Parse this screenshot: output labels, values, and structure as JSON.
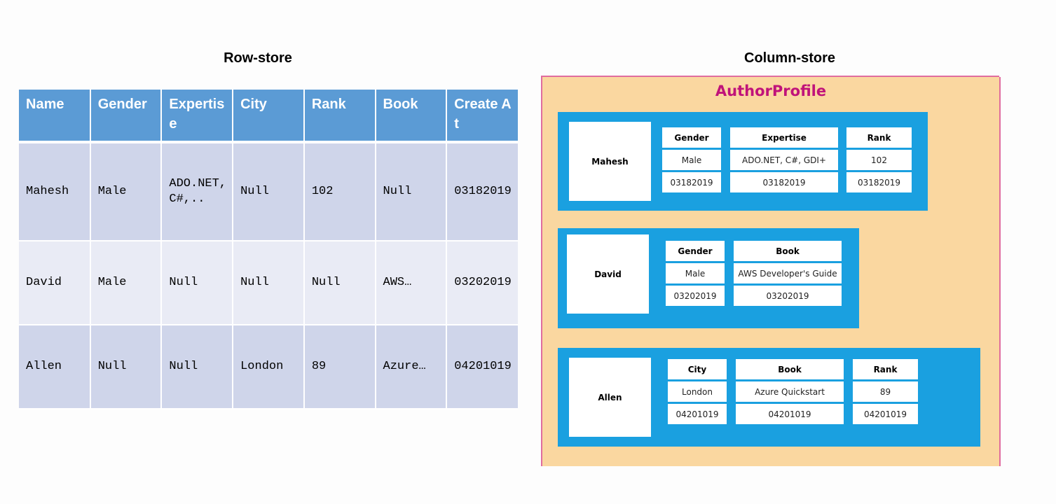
{
  "row_store": {
    "title": "Row-store",
    "headers": [
      "Name",
      "Gender",
      "Expertise",
      "City",
      "Rank",
      "Book",
      "Create At"
    ],
    "rows": [
      [
        "Mahesh",
        "Male",
        "ADO.NET, C#,..",
        "Null",
        "102",
        "Null",
        "03182019"
      ],
      [
        "David",
        "Male",
        "Null",
        "Null",
        "Null",
        "AWS…",
        "03202019"
      ],
      [
        "Allen",
        "Null",
        "Null",
        "London",
        "89",
        "Azure…",
        "04201019"
      ]
    ]
  },
  "column_store": {
    "title": "Column-store",
    "container_title": "AuthorProfile",
    "authors": [
      {
        "name": "Mahesh",
        "columns": [
          {
            "header": "Gender",
            "value": "Male",
            "date": "03182019"
          },
          {
            "header": "Expertise",
            "value": "ADO.NET, C#, GDI+",
            "date": "03182019"
          },
          {
            "header": "Rank",
            "value": "102",
            "date": "03182019"
          }
        ]
      },
      {
        "name": "David",
        "columns": [
          {
            "header": "Gender",
            "value": "Male",
            "date": "03202019"
          },
          {
            "header": "Book",
            "value": "AWS Developer's Guide",
            "date": "03202019"
          }
        ]
      },
      {
        "name": "Allen",
        "columns": [
          {
            "header": "City",
            "value": "London",
            "date": "04201019"
          },
          {
            "header": "Book",
            "value": "Azure Quickstart",
            "date": "04201019"
          },
          {
            "header": "Rank",
            "value": "89",
            "date": "04201019"
          }
        ]
      }
    ]
  },
  "colors": {
    "header_blue": "#5b9bd5",
    "row_dark": "#cfd5ea",
    "row_light": "#e9ebf5",
    "null_red": "#ff0000",
    "block_blue": "#1aa0e0",
    "panel_orange": "#fad7a0",
    "title_magenta": "#c0137a"
  }
}
